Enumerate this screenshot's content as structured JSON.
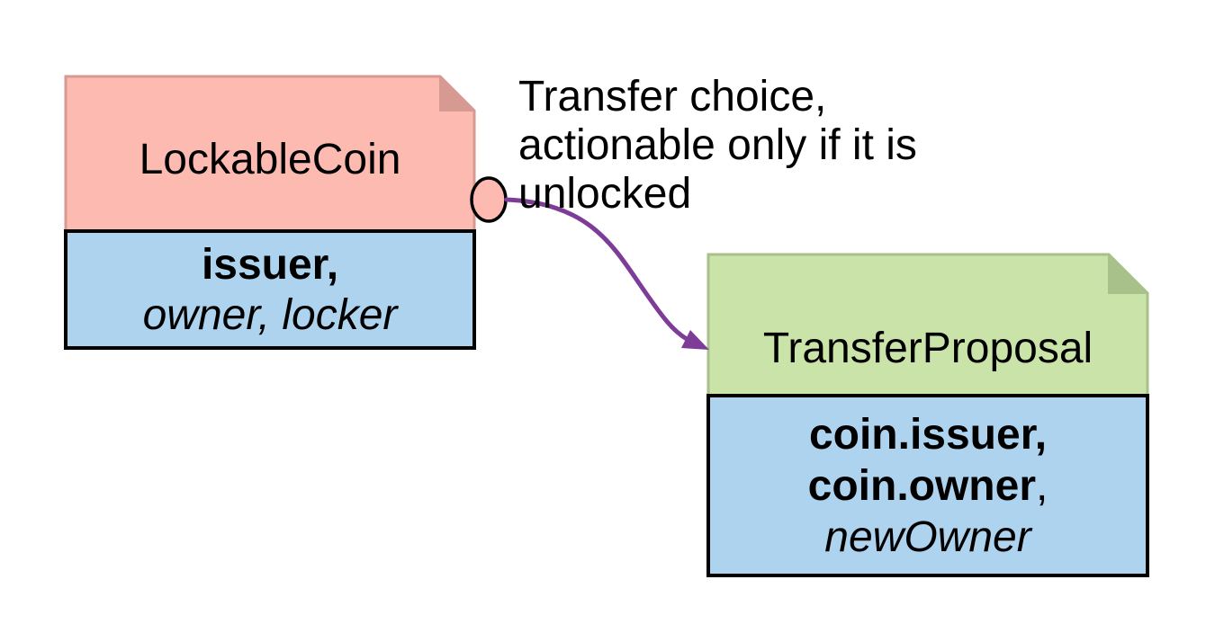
{
  "left_template": {
    "title": "LockableCoin",
    "parties_bold": "issuer,",
    "parties_italic": "owner, locker"
  },
  "right_template": {
    "title": "TransferProposal",
    "parties_line1_bold": "coin.issuer,",
    "parties_line2_bold": "coin.owner",
    "parties_line2_suffix": ",",
    "parties_line3_italic": "newOwner"
  },
  "annotation": {
    "line1": "Transfer choice,",
    "line2": "actionable only if it is",
    "line3": "unlocked"
  },
  "colors": {
    "pink_fill": "#fcbab1",
    "pink_border": "#d69a92",
    "green_fill": "#cae3a8",
    "green_border": "#a8c089",
    "blue_fill": "#aed3ef",
    "outline_black": "#000000",
    "arrow_purple": "#7d3c98",
    "text": "#000000",
    "background": "#ffffff"
  }
}
